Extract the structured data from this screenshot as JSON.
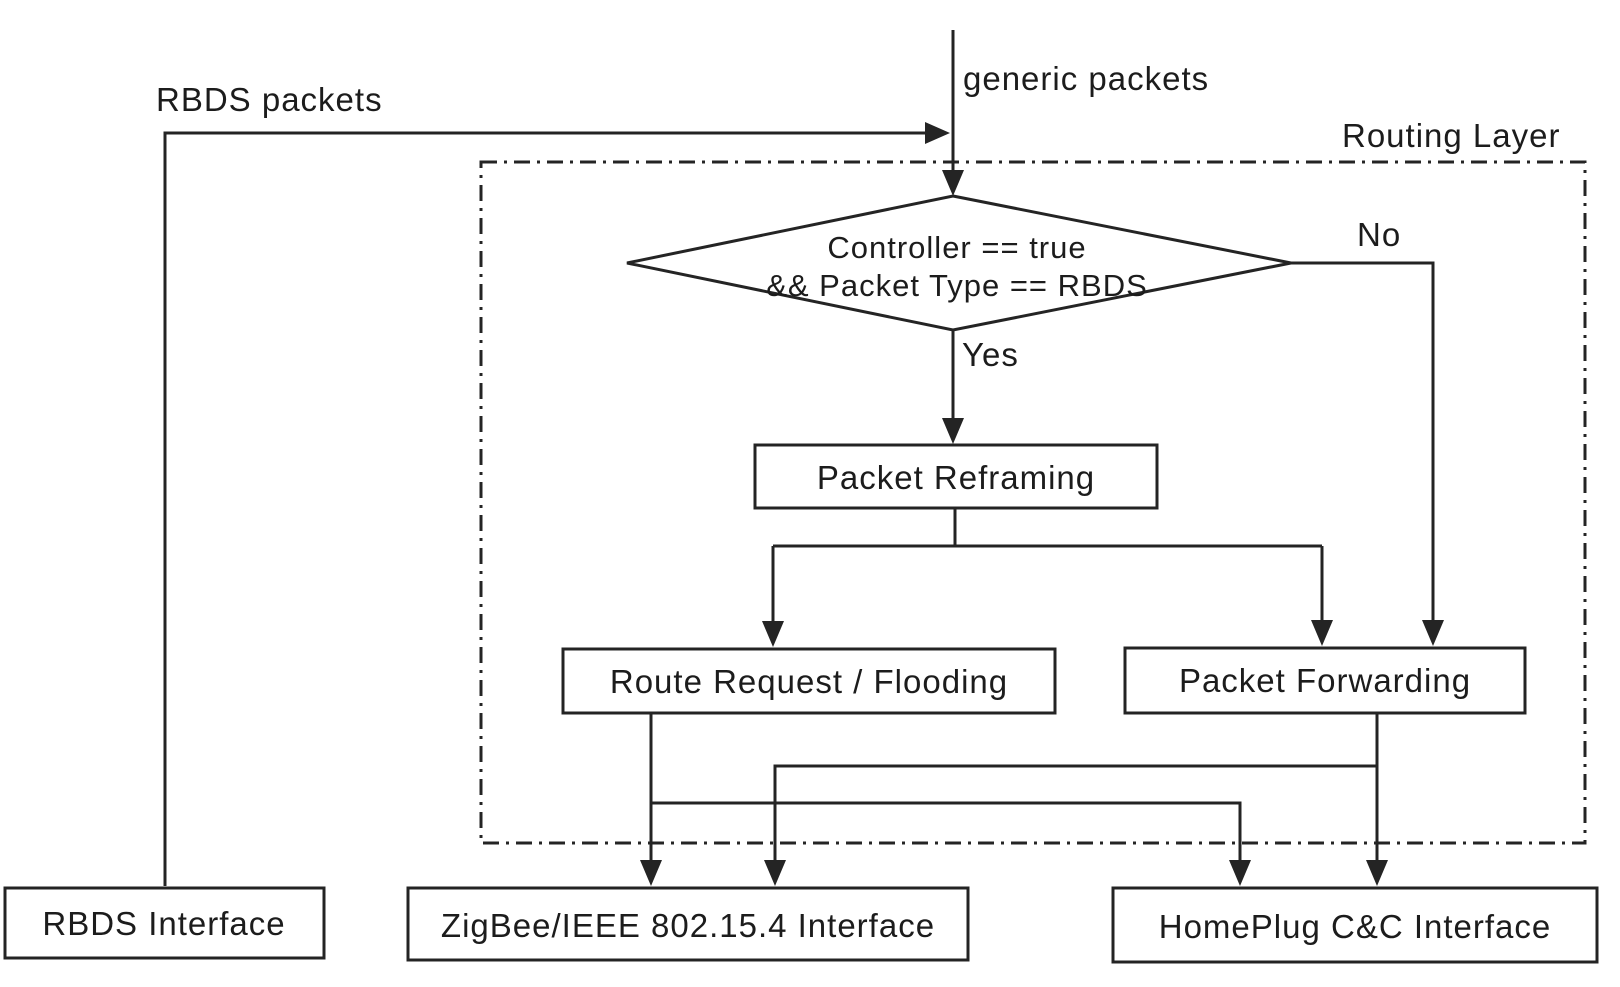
{
  "figure": {
    "background": "#ffffff",
    "line_color": "#242424",
    "text_color": "#1c1c1c"
  },
  "labels": {
    "generic_packets": "generic packets",
    "rbds_packets": "RBDS packets",
    "routing_layer": "Routing Layer",
    "yes": "Yes",
    "no": "No"
  },
  "decision": {
    "line1": "Controller == true",
    "line2": "&& Packet Type == RBDS"
  },
  "process_nodes": {
    "packet_reframing": "Packet Reframing",
    "route_request_flooding": "Route Request / Flooding",
    "packet_forwarding": "Packet Forwarding"
  },
  "interface_nodes": {
    "rbds": "RBDS Interface",
    "zigbee": "ZigBee/IEEE 802.15.4 Interface",
    "homeplug": "HomePlug C&C Interface"
  }
}
